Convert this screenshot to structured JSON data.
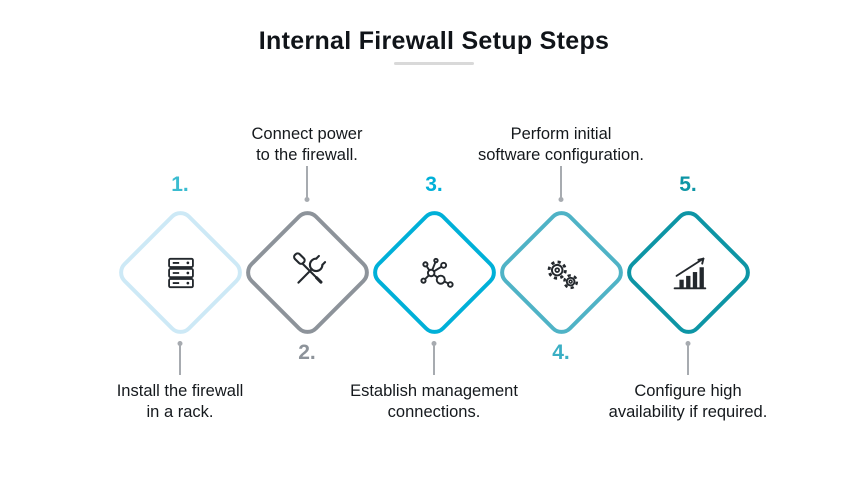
{
  "title": "Internal Firewall Setup Steps",
  "colors": {
    "title": "#101419",
    "text": "#15191d",
    "connector": "#a7abb0",
    "underline": "#d9d9d9"
  },
  "steps": [
    {
      "number": "1.",
      "label_line1": "Install the firewall",
      "label_line2": "in a rack.",
      "label_position": "below",
      "accent_color": "#cde9f6",
      "number_color": "#3bbcd0",
      "icon": "server-rack-icon"
    },
    {
      "number": "2.",
      "label_line1": "Connect power",
      "label_line2": "to the firewall.",
      "label_position": "above",
      "accent_color": "#8d939a",
      "number_color": "#8d939a",
      "icon": "tools-icon"
    },
    {
      "number": "3.",
      "label_line1": "Establish management",
      "label_line2": "connections.",
      "label_position": "below",
      "accent_color": "#00b0d8",
      "number_color": "#00b0d8",
      "icon": "network-nodes-icon"
    },
    {
      "number": "4.",
      "label_line1": "Perform initial",
      "label_line2": "software configuration.",
      "label_position": "above",
      "accent_color": "#4fb3c6",
      "number_color": "#3aafc4",
      "icon": "gears-icon"
    },
    {
      "number": "5.",
      "label_line1": "Configure high",
      "label_line2": "availability if required.",
      "label_position": "below",
      "accent_color": "#0d95a5",
      "number_color": "#0d95a5",
      "icon": "growth-chart-icon"
    }
  ]
}
